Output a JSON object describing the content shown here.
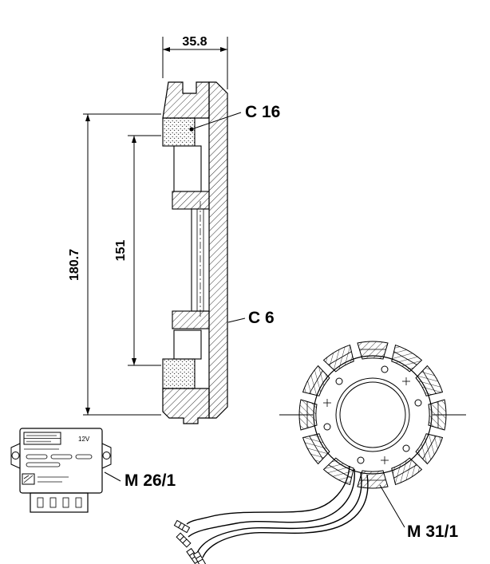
{
  "flywheel": {
    "dim_width": "35.8",
    "dim_height_outer": "180.7",
    "dim_height_inner": "151",
    "label_magnet_ring": "C 16",
    "label_flywheel": "C 6"
  },
  "regulator": {
    "label": "M 26/1",
    "marking_voltage": "12V"
  },
  "stator": {
    "label": "M 31/1"
  },
  "colors": {
    "ink": "#000000",
    "paper": "#ffffff",
    "faux_text_lines": "#888888"
  }
}
